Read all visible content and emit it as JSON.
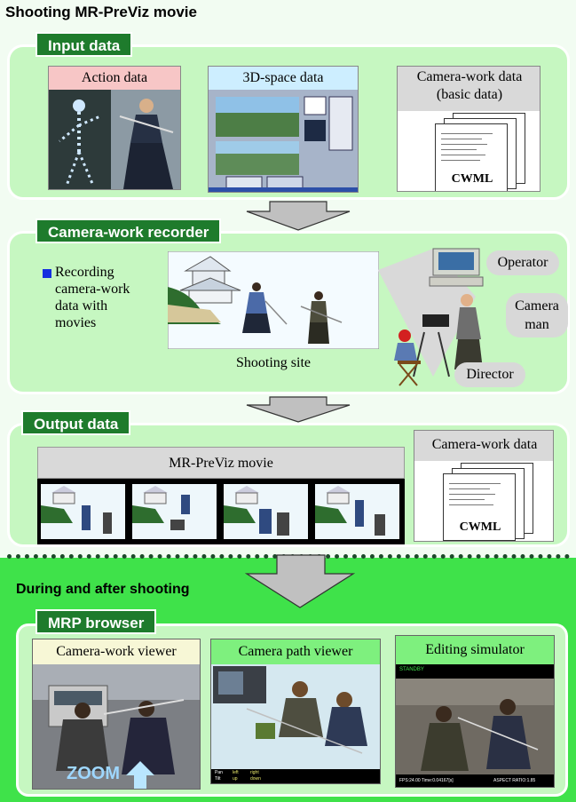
{
  "title": "Shooting MR-PreViz movie",
  "input": {
    "tag": "Input data",
    "action_label": "Action data",
    "space_label": "3D-space data",
    "camwork_label_1": "Camera-work data",
    "camwork_label_2": "(basic data)",
    "cwml": "CWML"
  },
  "recorder": {
    "tag": "Camera-work recorder",
    "bullet_text": [
      "Recording",
      "camera-work",
      "data with",
      "movies"
    ],
    "site_caption": "Shooting site",
    "operator": "Operator",
    "cameraman_1": "Camera",
    "cameraman_2": "man",
    "director": "Director"
  },
  "output": {
    "tag": "Output data",
    "movie_label": "MR-PreViz movie",
    "camwork_label": "Camera-work data",
    "cwml": "CWML"
  },
  "during": {
    "title": "During and after shooting",
    "browser_tag": "MRP browser",
    "viewer1": "Camera-work viewer",
    "viewer1_zoom": "ZOOM",
    "viewer2": "Camera path viewer",
    "viewer2_hud": [
      "Pan",
      "Tilt",
      "left",
      "right",
      "up",
      "down"
    ],
    "viewer3": "Editing simulator",
    "viewer3_status": "STANDBY",
    "viewer3_fps": "FPS:24.00   Time:0.04167[s]",
    "viewer3_aspect": "ASPECT RATIO:1.85"
  },
  "colors": {
    "tag_bg": "#1e7b2c",
    "section_bg": "#c6f7c1",
    "bottom_bg": "#3fe24a"
  }
}
